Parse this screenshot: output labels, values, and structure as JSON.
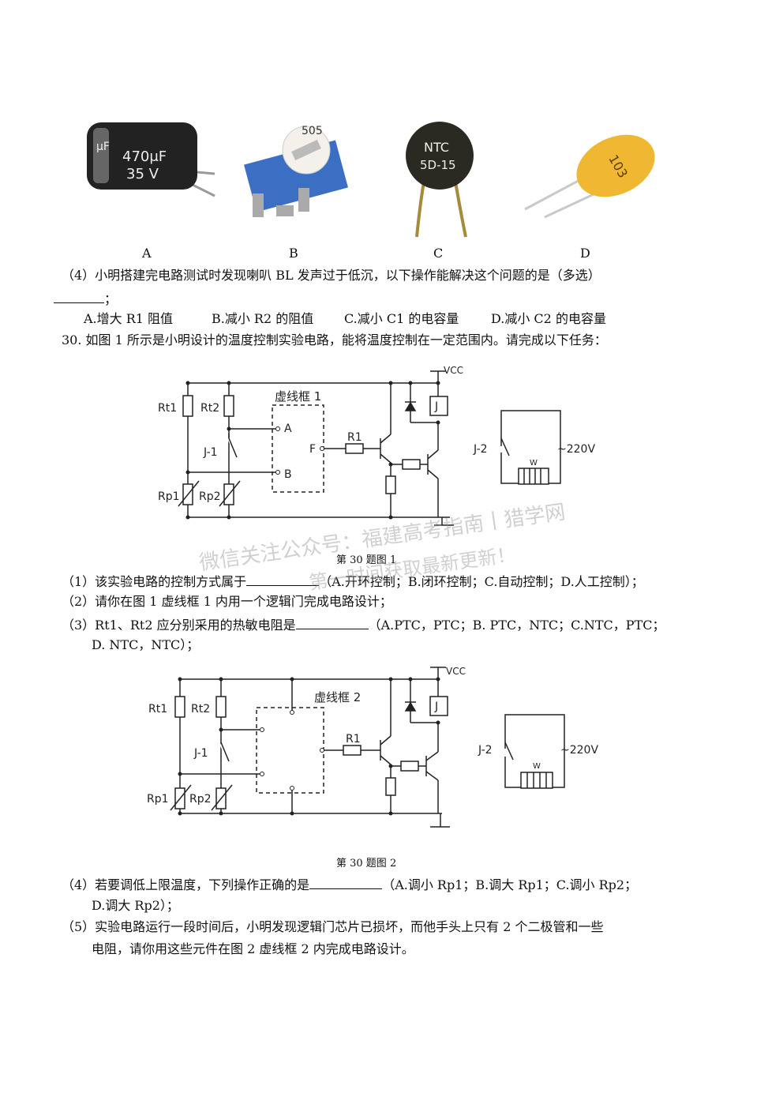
{
  "photos": {
    "a": {
      "label": "A",
      "text1": "470μF",
      "text2": "35 V",
      "text3": "μF"
    },
    "b": {
      "label": "B",
      "text1": "505"
    },
    "c": {
      "label": "C",
      "text1": "NTC",
      "text2": "5D-15"
    },
    "d": {
      "label": "D",
      "text1": "103"
    }
  },
  "q29_4": {
    "line1": "（4）小明搭建完电路测试时发现喇叭 BL 发声过于低沉，以下操作能解决这个问题的是（多选）",
    "line2_suffix": "；",
    "options": [
      "A.增大 R1 阻值",
      "B.减小 R2 的阻值",
      "C.减小 C1 的电容量",
      "D.减小 C2 的电容量"
    ]
  },
  "q30": {
    "intro": "30. 如图 1 所示是小明设计的温度控制实验电路，能将温度控制在一定范围内。请完成以下任务：",
    "fig1_caption": "第 30 题图 1",
    "fig2_caption": "第 30 题图 2",
    "sub1_pre": "（1）该实验电路的控制方式属于",
    "sub1_post": "（A.开环控制；B.闭环控制；C.自动控制；D.人工控制）；",
    "sub2": "（2）请你在图 1 虚线框 1 内用一个逻辑门完成电路设计；",
    "sub3_pre": "（3）Rt1、Rt2 应分别采用的热敏电阻是",
    "sub3_post": "（A.PTC，PTC；B. PTC，NTC；C.NTC，PTC；",
    "sub3_line2": "D. NTC，NTC）；",
    "sub4_pre": "（4）若要调低上限温度，下列操作正确的是",
    "sub4_post": "（A.调小 Rp1；B.调大 Rp1；C.调小 Rp2；",
    "sub4_line2": "D.调大 Rp2）；",
    "sub5_line1": "（5）实验电路运行一段时间后，小明发现逻辑门芯片已损坏，而他手头上只有 2 个二极管和一些",
    "sub5_line2": "电阻，请你用这些元件在图 2 虚线框 2 内完成电路设计。"
  },
  "circuit1": {
    "rt1": "Rt1",
    "rt2": "Rt2",
    "j1": "J-1",
    "rp1": "Rp1",
    "rp2": "Rp2",
    "box": "虚线框 1",
    "a": "A",
    "b": "B",
    "f": "F",
    "r1": "R1",
    "vcc": "VCC",
    "j": "J",
    "j2": "J-2",
    "v220": "~220V",
    "w": "W"
  },
  "circuit2": {
    "rt1": "Rt1",
    "rt2": "Rt2",
    "j1": "J-1",
    "rp1": "Rp1",
    "rp2": "Rp2",
    "box": "虚线框 2",
    "r1": "R1",
    "vcc": "VCC",
    "j": "J",
    "j2": "J-2",
    "v220": "~220V",
    "w": "W"
  },
  "watermark": {
    "line1": "微信关注公众号：福建高考指南丨猎学网",
    "line2": "第一时间获取最新更新！"
  }
}
